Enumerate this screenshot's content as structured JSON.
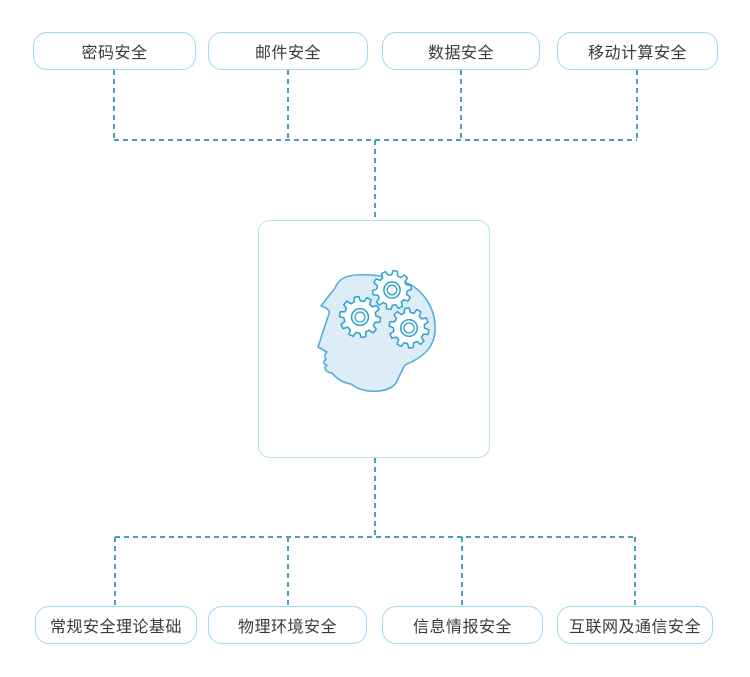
{
  "palette": {
    "connector": "#4a9fbe",
    "node_border": "#9ed9ef",
    "card_border": "#b9e3f0",
    "node_text": "#3a3a3a",
    "gear_stroke": "#2da2cd",
    "head_fill": "#dcedf8",
    "head_stroke": "#4fb0d8",
    "background": "#ffffff"
  },
  "top_nodes": [
    {
      "label": "密码安全"
    },
    {
      "label": "邮件安全"
    },
    {
      "label": "数据安全"
    },
    {
      "label": "移动计算安全"
    }
  ],
  "bottom_nodes": [
    {
      "label": "常规安全理论基础"
    },
    {
      "label": "物理环境安全"
    },
    {
      "label": "信息情报安全"
    },
    {
      "label": "互联网及通信安全"
    }
  ],
  "center": {
    "icon": "head-with-gears-icon"
  }
}
